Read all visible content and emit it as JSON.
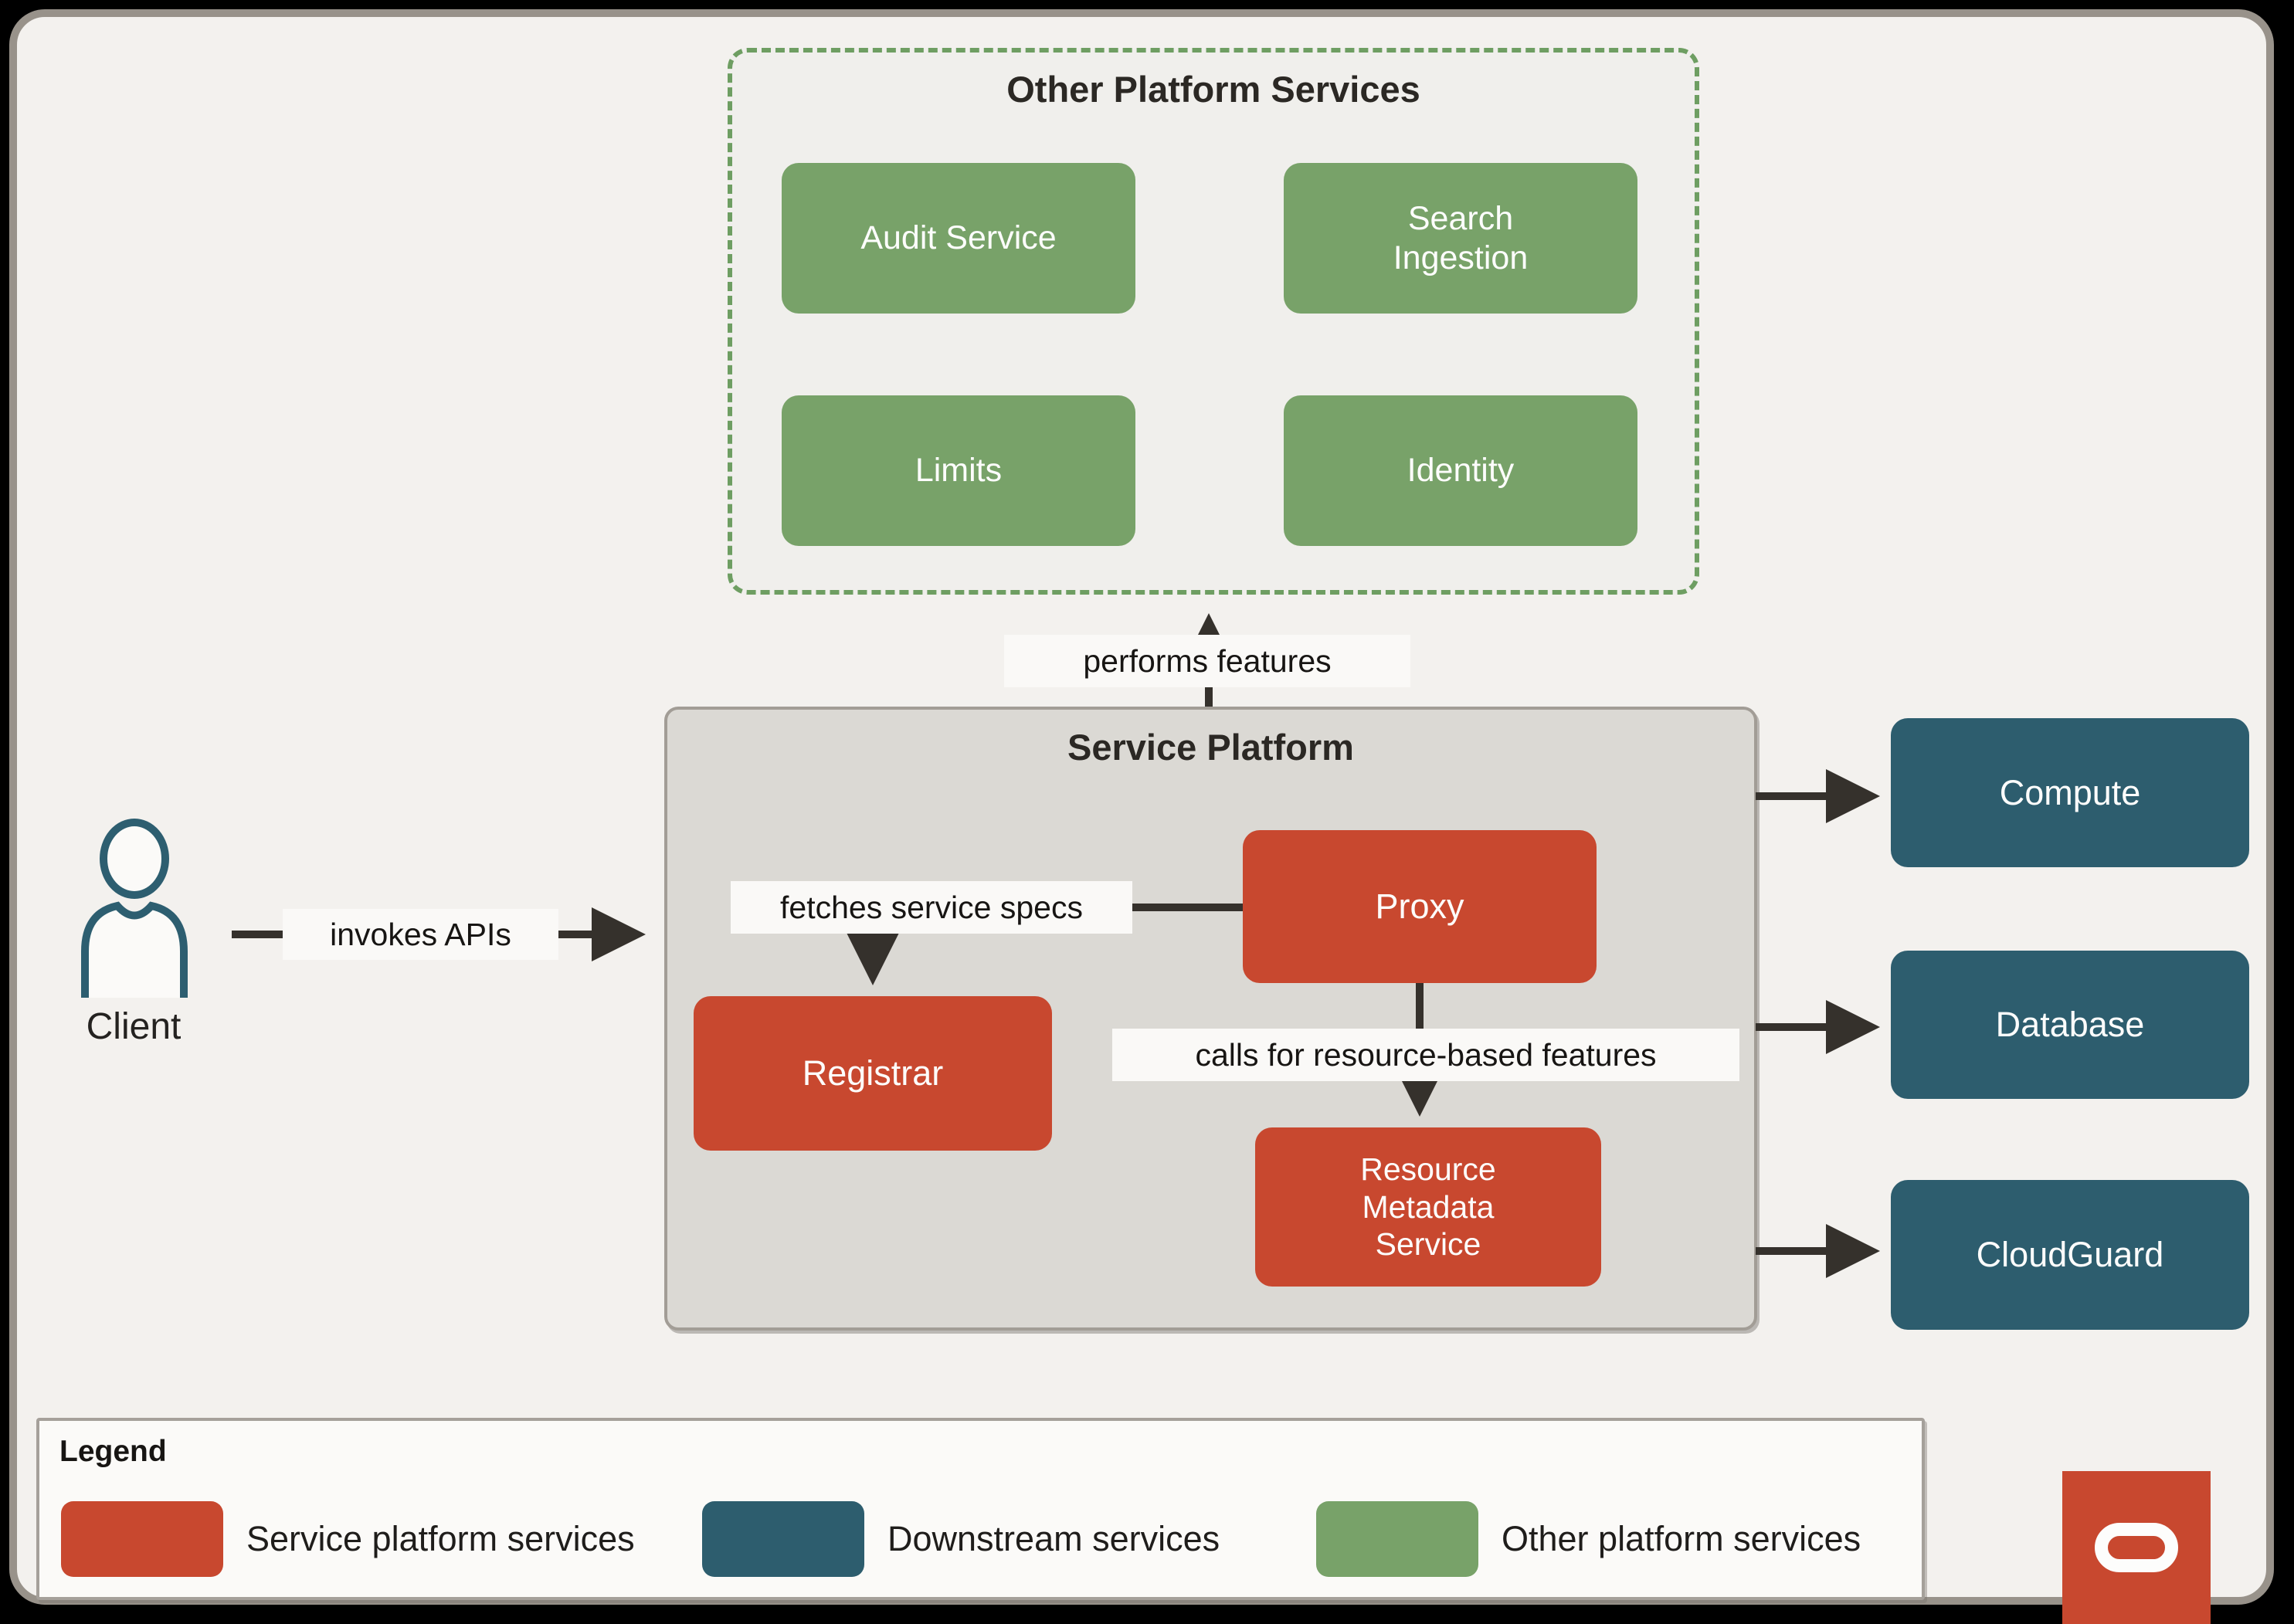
{
  "diagram": {
    "client": {
      "label": "Client"
    },
    "edges": {
      "invokes_apis": "invokes APIs",
      "performs_features": "performs features",
      "fetches_service_specs": "fetches service specs",
      "calls_resource_features": "calls for resource-based features"
    },
    "other_platform": {
      "title": "Other Platform Services",
      "services": [
        {
          "label": "Audit Service"
        },
        {
          "label": "Search Ingestion"
        },
        {
          "label": "Limits"
        },
        {
          "label": "Identity"
        }
      ]
    },
    "service_platform": {
      "title": "Service Platform",
      "nodes": [
        {
          "label": "Proxy"
        },
        {
          "label": "Registrar"
        },
        {
          "label": "Resource Metadata Service"
        }
      ]
    },
    "downstream_services": [
      {
        "label": "Compute"
      },
      {
        "label": "Database"
      },
      {
        "label": "CloudGuard"
      }
    ],
    "legend": {
      "title": "Legend",
      "items": [
        {
          "label": "Service platform services",
          "color": "#c8482f"
        },
        {
          "label": "Downstream services",
          "color": "#2d5d6e"
        },
        {
          "label": "Other platform services",
          "color": "#78a269"
        }
      ]
    },
    "branding": {
      "logo": "oracle-logo"
    },
    "colors": {
      "canvas": "#f3f1ee",
      "card_border": "#98928a",
      "platform_fill": "#dbd9d4",
      "dashed_border": "#6e9e62",
      "arrow": "#35312c",
      "label_chip": "#faf9f7",
      "client_icon": "#2d5e70"
    }
  }
}
